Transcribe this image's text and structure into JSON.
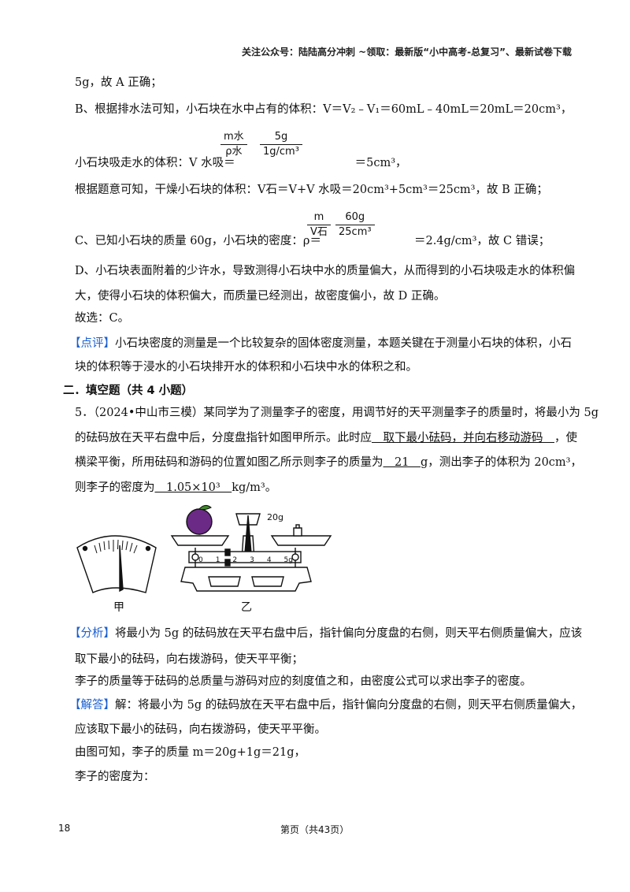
{
  "header": {
    "text": "关注公众号：陆陆高分冲刺   ~领取：最新版“小中高考-总复习”、最新试卷下载"
  },
  "prev": {
    "l1": "5g，故 A 正确；",
    "l2": "B、根据排水法可知，小石块在水中占有的体积：V＝V₂﹣V₁＝60mL﹣40mL＝20mL＝20cm³，",
    "f1": {
      "num": "m水",
      "den": "ρ水"
    },
    "f2": {
      "num": "5g",
      "den": "1g/cm³"
    },
    "l3a": "小石块吸走水的体积：V 水吸＝",
    "l3b": "＝5cm³，",
    "l4": "根据题意可知，干燥小石块的体积：V石＝V+V 水吸＝20cm³+5cm³＝25cm³，故 B 正确；",
    "f3": {
      "num": "m",
      "den": "V石"
    },
    "f4": {
      "num": "60g",
      "den": "25cm³"
    },
    "l5a": "C、已知小石块的质量 60g，小石块的密度：ρ＝",
    "l5b": "＝2.4g/cm³，故 C 错误；",
    "l6": "D、小石块表面附着的少许水，导致测得小石块中水的质量偏大，从而得到的小石块吸走水的体积偏",
    "l7": "大，使得小石块的体积偏大，而质量已经测出，故密度偏小，故 D 正确。",
    "l8": "故选：C。",
    "l9tag": "【点评】",
    "l9": "小石块密度的测量是一个比较复杂的固体密度测量，本题关键在于测量小石块的体积，小石",
    "l10": "块的体积等于浸水的小石块排开水的体积和小石块中水的体积之和。"
  },
  "section": {
    "title": "二．填空题（共 4 小题）"
  },
  "q5": {
    "l1": "5．（2024•中山市三模）某同学为了测量李子的密度，用调节好的天平测量李子的质量时，将最小为 5g",
    "l2a": "的砝码放在天平右盘中后，分度盘指针如图甲所示。此时应",
    "ans1": "　取下最小砝码，并向右移动游码　",
    "l2b": "，使",
    "l3a": "横梁平衡，所用砝码和游码的位置如图乙所示则李子的质量为",
    "ans2": "　21　",
    "l3b": "g，测出李子的体积为 20cm³，",
    "l4a": "则李子的密度为",
    "ans3": "　1.05×10³　",
    "l4b": "kg/m³。",
    "fig_a": "甲",
    "fig_b": "乙",
    "weight": "20g",
    "scale": [
      "0",
      "1",
      "2",
      "3",
      "4",
      "5g"
    ]
  },
  "analysis": {
    "tag": "【分析】",
    "l1": "将最小为 5g 的砝码放在天平右盘中后，指针偏向分度盘的右侧，则天平右侧质量偏大，应该",
    "l2": "取下最小的砝码，向右拨游码，使天平平衡；",
    "l3": "李子的质量等于砝码的总质量与游码对应的刻度值之和，由密度公式可以求出李子的密度。"
  },
  "solution": {
    "tag": "【解答】",
    "l1": "解：将最小为 5g 的砝码放在天平右盘中后，指针偏向分度盘的右侧，则天平右侧质量偏大，",
    "l2": "应该取下最小的砝码，向右拨游码，使天平平衡。",
    "l3": "由图可知，李子的质量 m＝20g+1g＝21g，",
    "l4": "李子的密度为："
  },
  "footer": {
    "page_num": "18",
    "page_info": "第页（共43页）"
  }
}
